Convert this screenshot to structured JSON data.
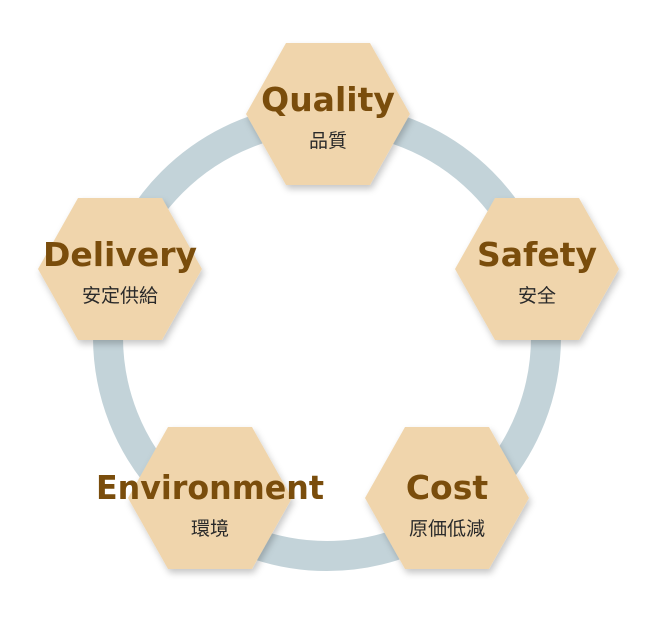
{
  "colors": {
    "ring": "#c3d3d9",
    "hexagon_fill": "#f0d5ac",
    "title_text": "#7a4d0c",
    "subtitle_text": "#2a2a2a"
  },
  "items": [
    {
      "title": "Quality",
      "subtitle": "品質"
    },
    {
      "title": "Safety",
      "subtitle": "安全"
    },
    {
      "title": "Cost",
      "subtitle": "原価低減"
    },
    {
      "title": "Environment",
      "subtitle": "環境"
    },
    {
      "title": "Delivery",
      "subtitle": "安定供給"
    }
  ]
}
